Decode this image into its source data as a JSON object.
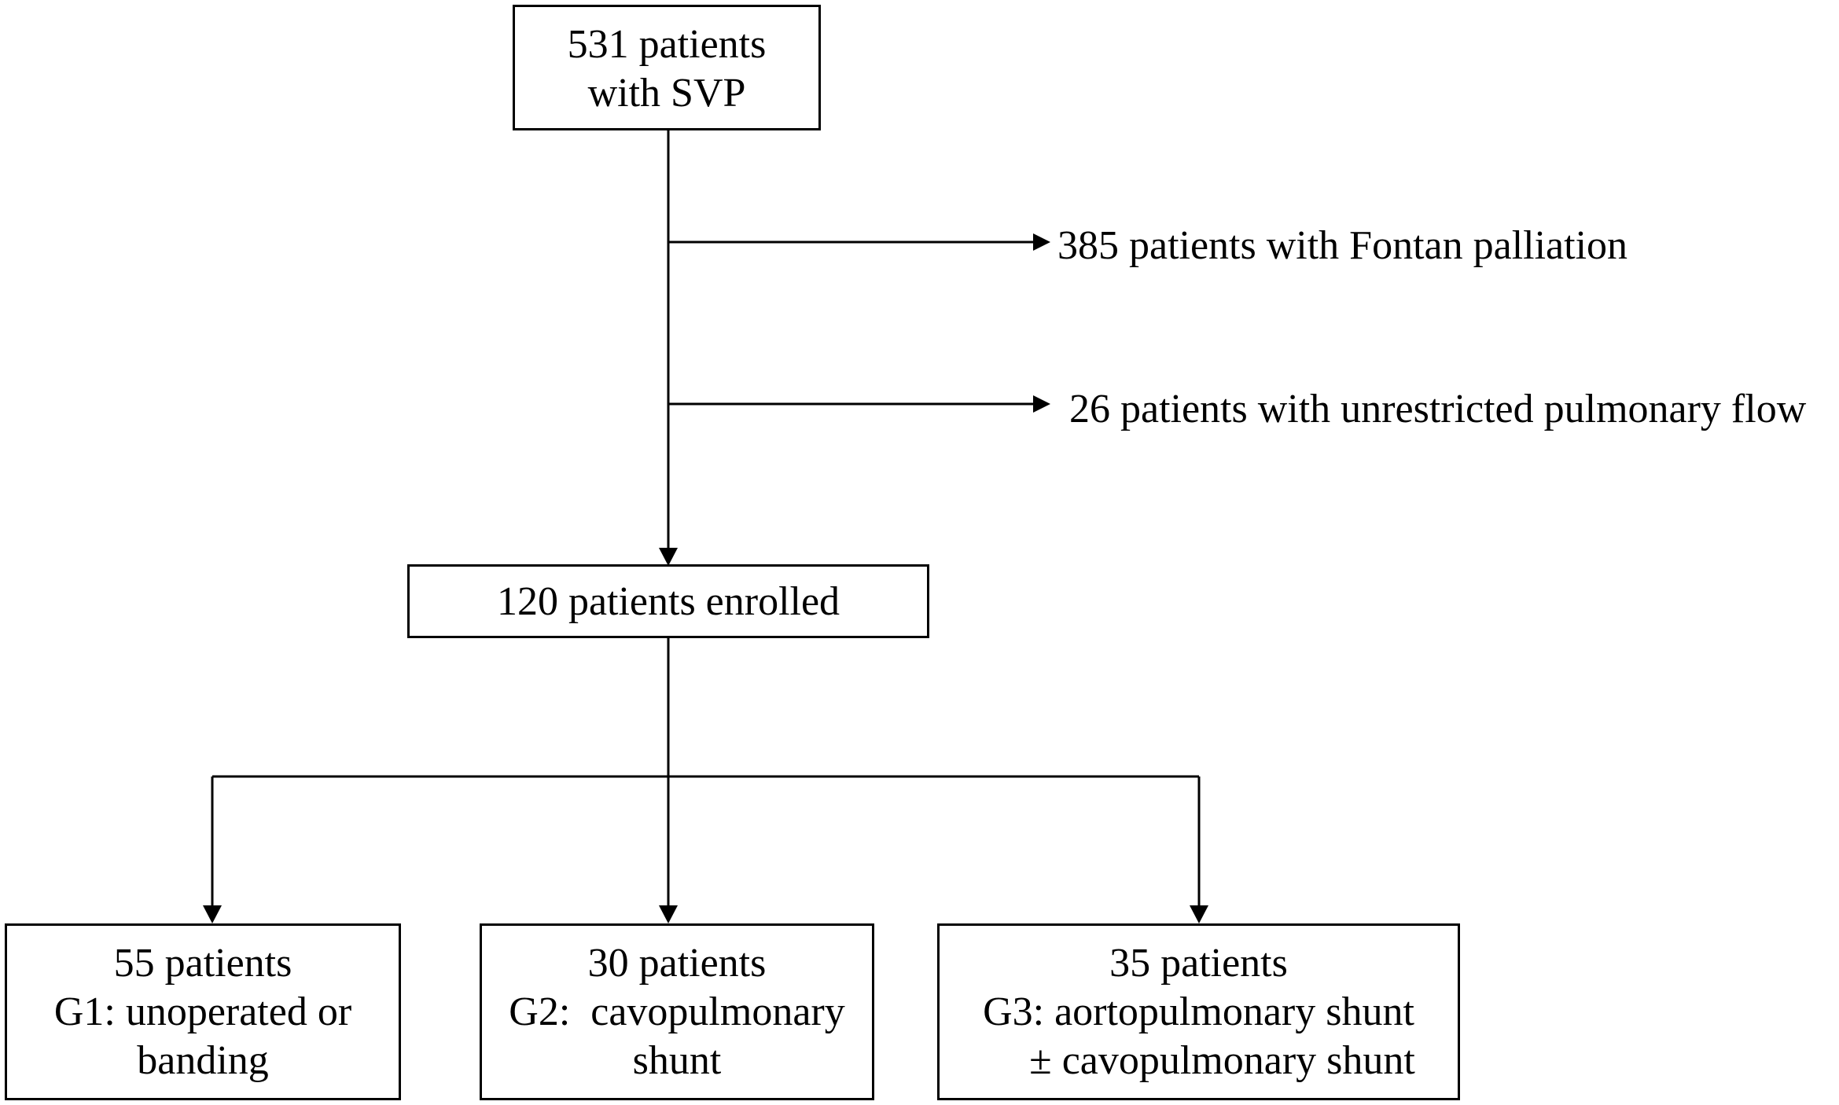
{
  "diagram": {
    "start_box": {
      "line1": "531 patients",
      "line2": "with SVP"
    },
    "exclusions": [
      {
        "label": "385 patients with Fontan palliation"
      },
      {
        "label": "26 patients with unrestricted pulmonary flow"
      }
    ],
    "enrolled_box": {
      "label": "120 patients enrolled"
    },
    "groups": [
      {
        "count": "55 patients",
        "line2": "G1: unoperated or",
        "line3": "banding"
      },
      {
        "count": "30 patients",
        "line2": "G2:  cavopulmonary",
        "line3": "shunt"
      },
      {
        "count": "35 patients",
        "line2": "G3: aortopulmonary shunt",
        "line3": "± cavopulmonary shunt"
      }
    ],
    "colors": {
      "stroke": "#000000",
      "background": "#ffffff"
    }
  }
}
